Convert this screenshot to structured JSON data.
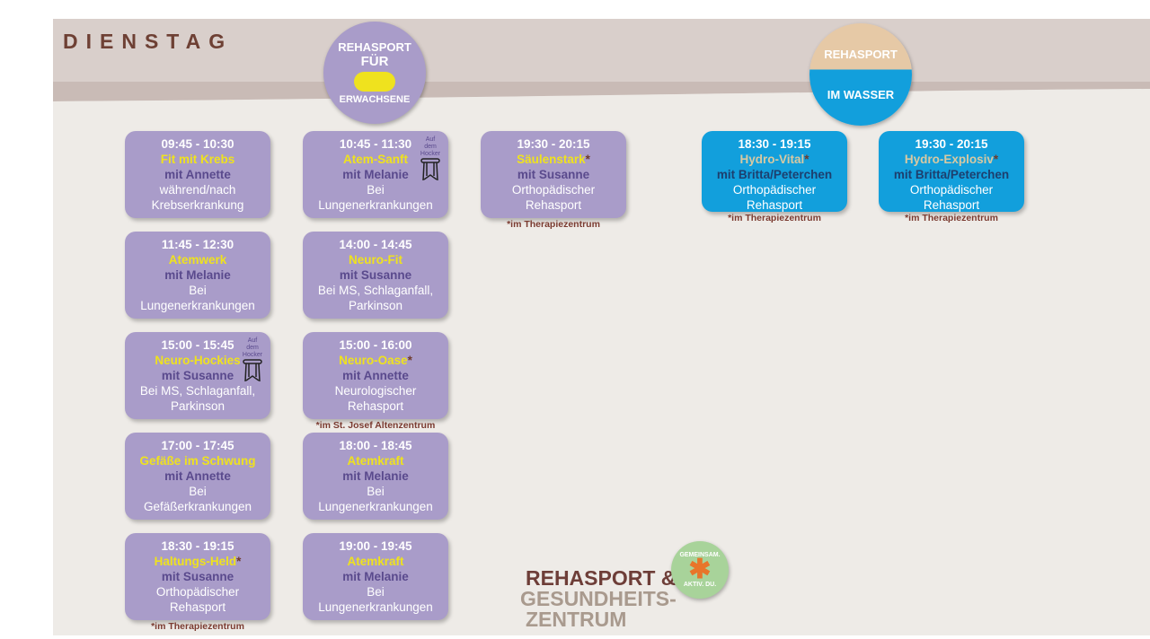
{
  "day": "DIENSTAG",
  "badges": {
    "adults": {
      "top": "REHASPORT",
      "mid": "FÜR",
      "bottom": "ERWACHSENE"
    },
    "water": {
      "top": "REHASPORT",
      "bottom": "IM WASSER"
    }
  },
  "hocker_label": [
    "Auf",
    "dem",
    "Hocker"
  ],
  "cards": [
    {
      "time": "09:45 - 10:30",
      "name": "Fit mit Krebs",
      "star": "",
      "instructor": "mit Annette",
      "desc": [
        "während/nach",
        "Krebserkrankung"
      ],
      "col": 0,
      "row": 0
    },
    {
      "time": "10:45 - 11:30",
      "name": "Atem-Sanft",
      "star": "",
      "instructor": "mit Melanie",
      "desc": [
        "Bei",
        "Lungenerkrankungen"
      ],
      "col": 1,
      "row": 0,
      "hocker": true
    },
    {
      "time": "19:30 - 20:15",
      "name": "Säulenstark",
      "star": "*",
      "instructor": "mit Susanne",
      "desc": [
        "Orthopädischer",
        "Rehasport"
      ],
      "col": 2,
      "row": 0,
      "note": "*im Therapiezentrum"
    },
    {
      "time": "11:45 - 12:30",
      "name": "Atemwerk",
      "star": "",
      "instructor": "mit Melanie",
      "desc": [
        "Bei",
        "Lungenerkrankungen"
      ],
      "col": 0,
      "row": 1
    },
    {
      "time": "14:00 - 14:45",
      "name": "Neuro-Fit",
      "star": "",
      "instructor": "mit Susanne",
      "desc": [
        "Bei MS, Schlaganfall,",
        "Parkinson"
      ],
      "col": 1,
      "row": 1
    },
    {
      "time": "15:00 - 15:45",
      "name": "Neuro-Hockies",
      "star": "",
      "instructor": "mit Susanne",
      "desc": [
        "Bei MS, Schlaganfall,",
        "Parkinson"
      ],
      "col": 0,
      "row": 2,
      "hocker": true
    },
    {
      "time": "15:00 - 16:00",
      "name": "Neuro-Oase",
      "star": "*",
      "instructor": "mit Annette",
      "desc": [
        "Neurologischer",
        "Rehasport"
      ],
      "col": 1,
      "row": 2,
      "note": "*im St. Josef Altenzentrum"
    },
    {
      "time": "17:00 - 17:45",
      "name": "Gefäße im Schwung",
      "star": "",
      "instructor": "mit Annette",
      "desc": [
        "Bei",
        "Gefäßerkrankungen"
      ],
      "col": 0,
      "row": 3
    },
    {
      "time": "18:00 - 18:45",
      "name": "Atemkraft",
      "star": "",
      "instructor": "mit Melanie",
      "desc": [
        "Bei",
        "Lungenerkrankungen"
      ],
      "col": 1,
      "row": 3
    },
    {
      "time": "18:30 - 19:15",
      "name": "Haltungs-Held",
      "star": "*",
      "instructor": "mit Susanne",
      "desc": [
        "Orthopädischer",
        "Rehasport"
      ],
      "col": 0,
      "row": 4,
      "note": "*im Therapiezentrum"
    },
    {
      "time": "19:00 - 19:45",
      "name": "Atemkraft",
      "star": "",
      "instructor": "mit Melanie",
      "desc": [
        "Bei",
        "Lungenerkrankungen"
      ],
      "col": 1,
      "row": 4
    },
    {
      "time": "18:30 - 19:15",
      "name": "Hydro-Vital",
      "star": "*",
      "instructor": "mit Britta/Peterchen",
      "desc": [
        "Orthopädischer",
        "Rehasport"
      ],
      "col": 3,
      "row": 0,
      "water": true,
      "note": "*im Therapiezentrum"
    },
    {
      "time": "19:30 - 20:15",
      "name": "Hydro-Explosiv",
      "star": "*",
      "instructor": "mit Britta/Peterchen",
      "desc": [
        "Orthopädischer",
        "Rehasport"
      ],
      "col": 4,
      "row": 0,
      "water": true,
      "note": "*im Therapiezentrum"
    }
  ],
  "logo": {
    "line1": "REHASPORT &",
    "line2": "GESUNDHEITS-",
    "line3": "ZENTRUM",
    "badge_top": "GEMEINSAM.",
    "badge_bottom": "AKTIV. DU."
  },
  "colors": {
    "purple": "#a99cc9",
    "water": "#129fdc",
    "yellow": "#efe21e",
    "brown": "#6e4034"
  }
}
